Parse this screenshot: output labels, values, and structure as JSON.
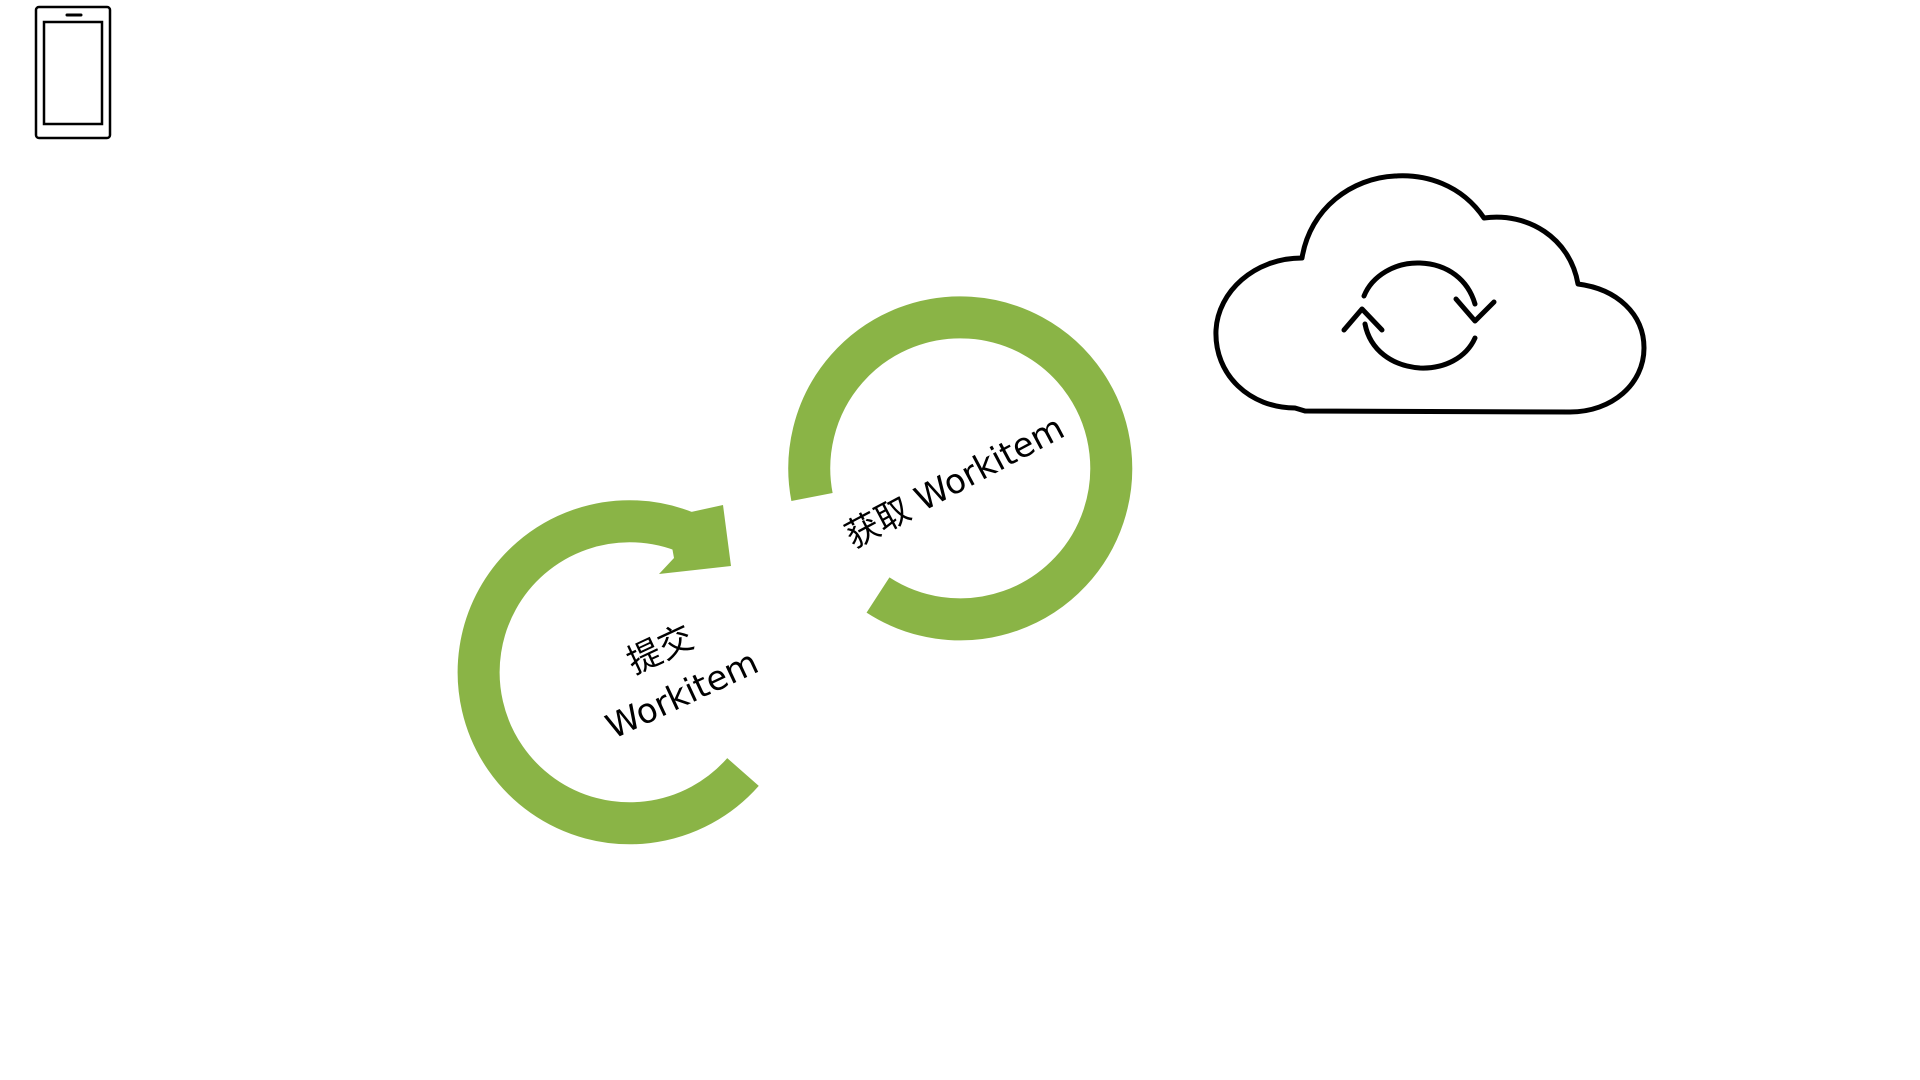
{
  "diagram": {
    "accent_color": "#8AB446",
    "stroke_color": "#000000",
    "background": "#FFFFFF",
    "device": {
      "icon": "tablet-icon"
    },
    "cloud": {
      "icon": "cloud-sync-icon"
    },
    "submit_cycle": {
      "label_line1": "提交",
      "label_line2": "Workitem"
    },
    "fetch_cycle": {
      "label": "获取 Workitem"
    }
  }
}
